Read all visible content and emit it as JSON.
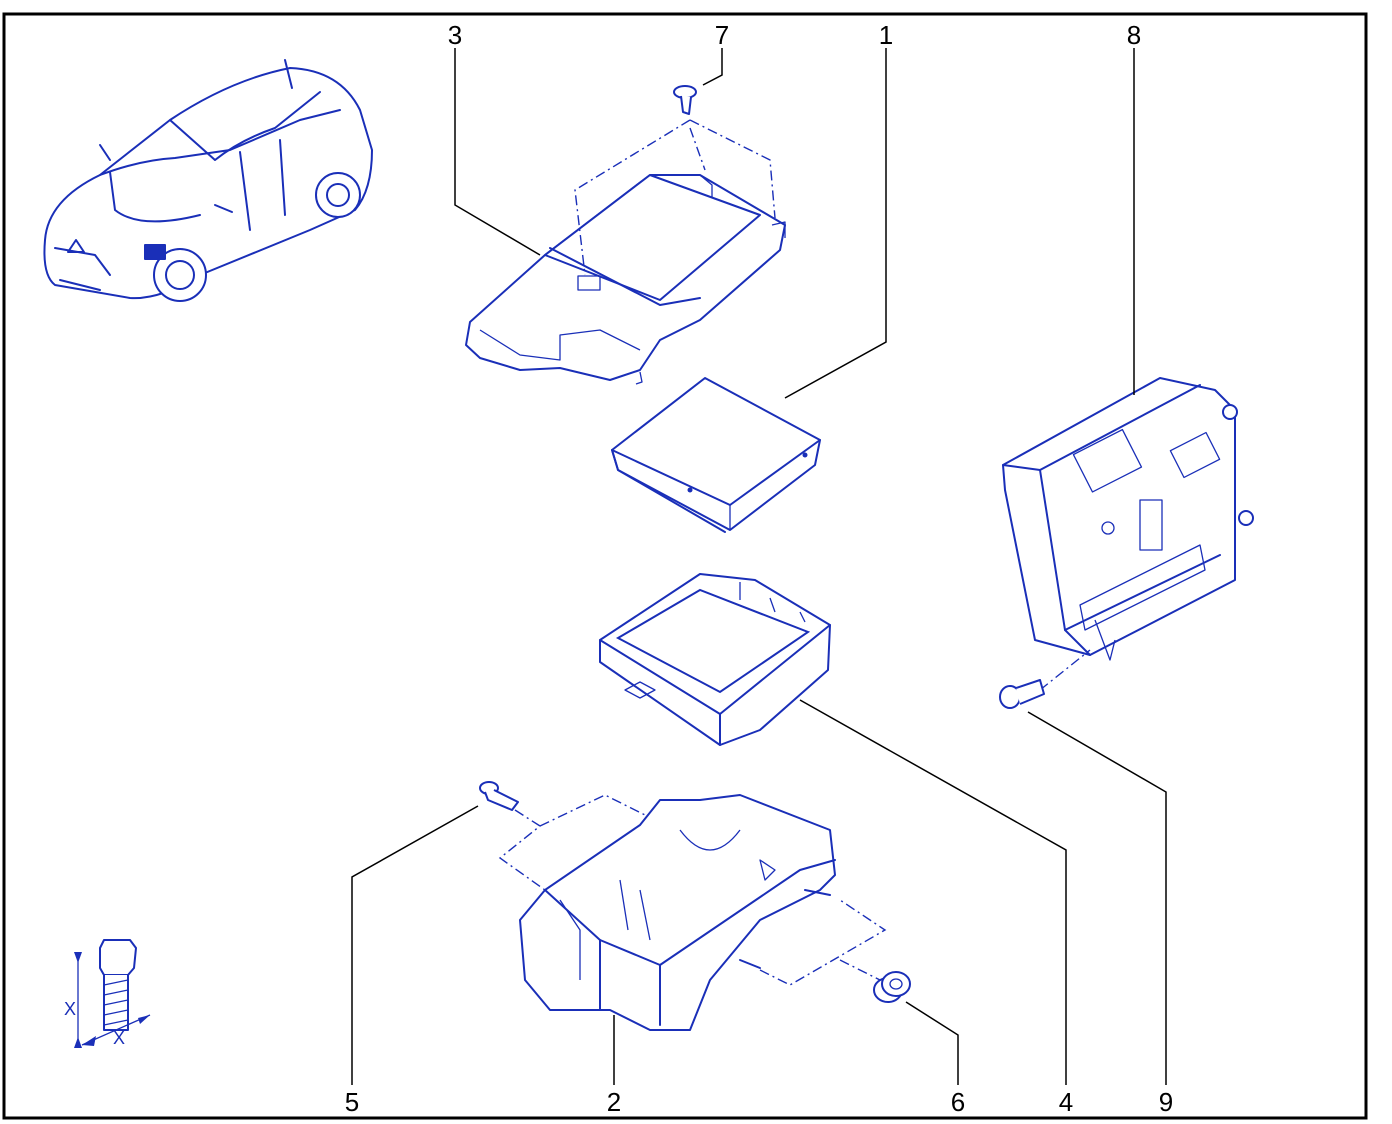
{
  "diagram": {
    "callouts": [
      {
        "id": "c3",
        "label": "3"
      },
      {
        "id": "c7",
        "label": "7"
      },
      {
        "id": "c1",
        "label": "1"
      },
      {
        "id": "c8",
        "label": "8"
      },
      {
        "id": "c5",
        "label": "5"
      },
      {
        "id": "c2",
        "label": "2"
      },
      {
        "id": "c6",
        "label": "6"
      },
      {
        "id": "c4",
        "label": "4"
      },
      {
        "id": "c9",
        "label": "9"
      }
    ],
    "bolt_symbol": {
      "x_label_vertical": "X",
      "x_label_horizontal": "X"
    },
    "colors": {
      "line": "#1a2fb8",
      "frame": "#000000",
      "leader": "#000000"
    }
  }
}
